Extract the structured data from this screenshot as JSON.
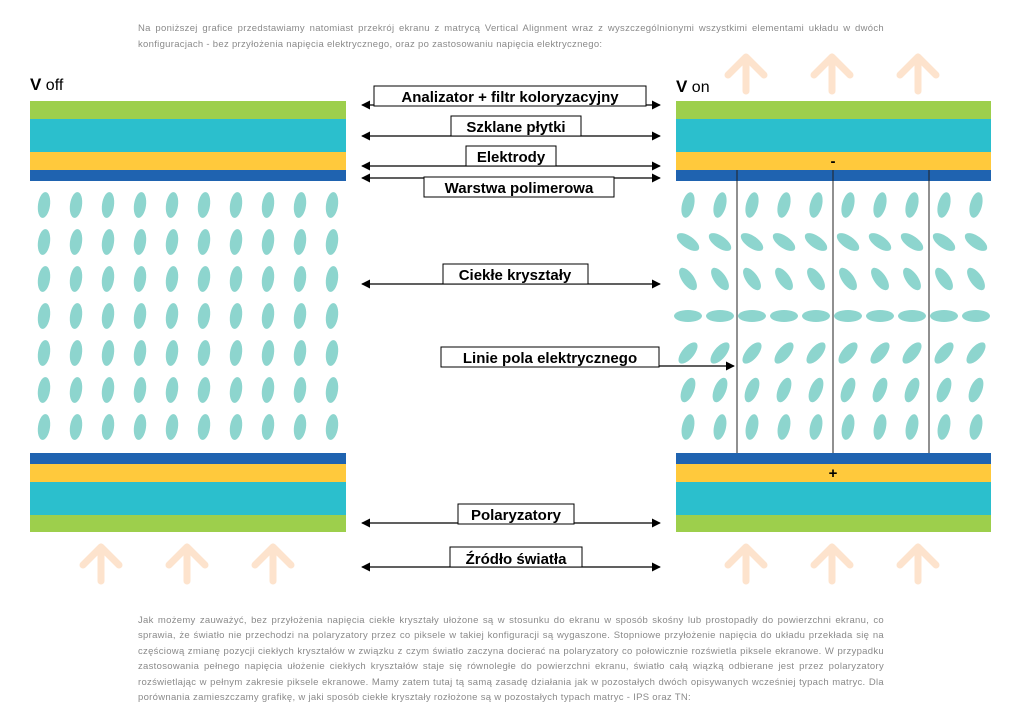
{
  "intro_text": "Na poniższej grafice przedstawiamy natomiast przekrój ekranu z matrycą Vertical Alignment wraz z wyszczególnionymi wszystkimi elementami układu w dwóch konfiguracjach - bez przyłożenia napięcia elektrycznego, oraz po zastosowaniu napięcia elektrycznego:",
  "diagram": {
    "left_title": {
      "v": "V",
      "state": "off"
    },
    "right_title": {
      "v": "V",
      "state": "on"
    },
    "labels": {
      "analyzer": "Analizator + filtr koloryzacyjny",
      "glass": "Szklane płytki",
      "electrodes": "Elektrody",
      "polymer": "Warstwa polimerowa",
      "crystals": "Ciekłe kryształy",
      "field_lines": "Linie pola elektrycznego",
      "polarizers": "Polaryzatory",
      "light_source": "Źródło światła"
    },
    "minus_sign": "-",
    "plus_sign": "+",
    "colors": {
      "green": "#9dcf4c",
      "cyan": "#2bbfcd",
      "yellow": "#ffc93c",
      "blue": "#1f63b0",
      "crystal": "#8dd5ce",
      "arrow": "#fde3cd"
    }
  },
  "outro_text": "Jak możemy zauważyć, bez przyłożenia napięcia ciekłe kryształy ułożone są w stosunku do ekranu w sposób skośny lub prostopadły do powierzchni ekranu, co sprawia, że światło nie przechodzi na polaryzatory przez co piksele w takiej konfiguracji są wygaszone. Stopniowe przyłożenie napięcia do układu przekłada się na częściową zmianę pozycji ciekłych kryształów w związku z czym światło zaczyna docierać na polaryzatory co połowicznie rozświetla piksele ekranowe. W przypadku zastosowania pełnego napięcia ułożenie ciekłych kryształów staje się równoległe do powierzchni ekranu, światło całą wiązką odbierane jest przez polaryzatory rozświetlając w pełnym zakresie piksele ekranowe. Mamy zatem tutaj tą samą zasadę działania jak w pozostałych dwóch opisywanych wcześniej typach matryc. Dla porównania zamieszczamy grafikę, w jaki sposób ciekłe kryształy rozłożone są w pozostałych typach matryc - IPS oraz TN:"
}
